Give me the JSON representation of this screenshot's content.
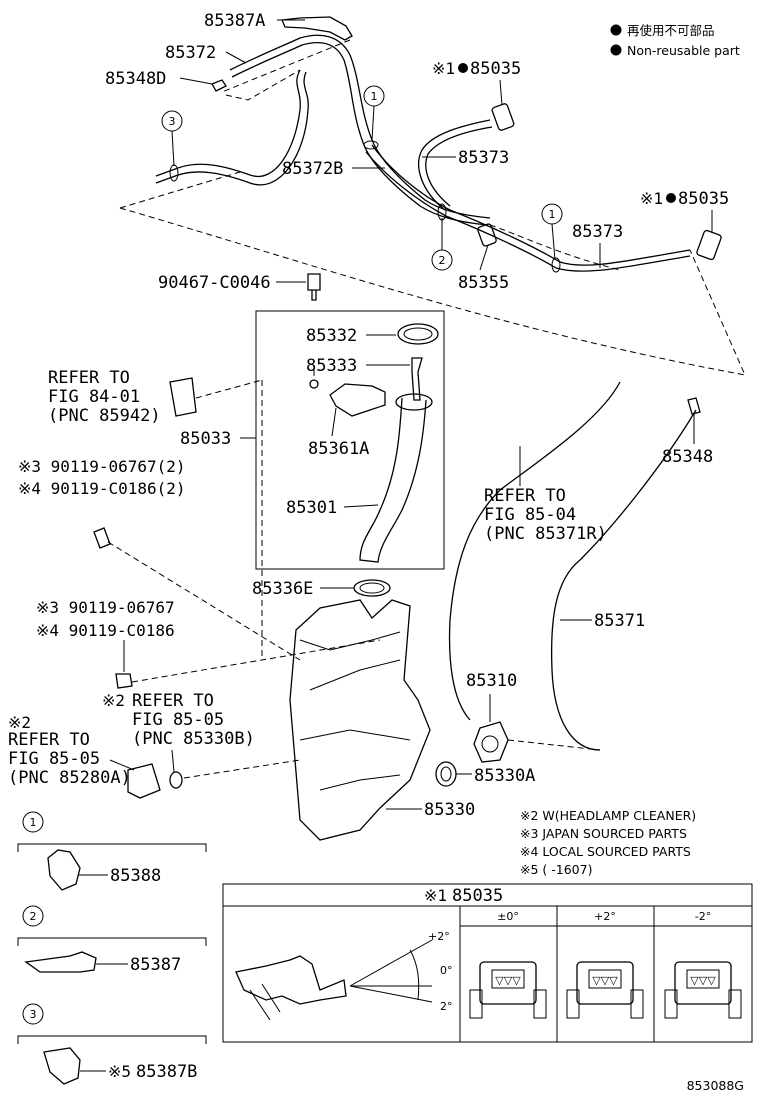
{
  "legend": {
    "jp": "再使用不可部品",
    "en": "Non-reusable part"
  },
  "parts": {
    "p85387A": "85387A",
    "p85372": "85372",
    "p85348D": "85348D",
    "p85035a_mark": "※1",
    "p85035a": "85035",
    "p85373a": "85373",
    "p85372B": "85372B",
    "p85035b_mark": "※1",
    "p85035b": "85035",
    "p85373b": "85373",
    "p85355": "85355",
    "p90467": "90467-C0046",
    "p85332": "85332",
    "p85333": "85333",
    "p85361A": "85361A",
    "p85033": "85033",
    "p85301": "85301",
    "p85348": "85348",
    "p85336E": "85336E",
    "p85371": "85371",
    "p85310": "85310",
    "p85330A": "85330A",
    "p85330": "85330",
    "p85388": "85388",
    "p85387": "85387",
    "p85387B_mark": "※5",
    "p85387B": "85387B"
  },
  "refs": {
    "ref1": [
      "REFER TO",
      "FIG 84-01",
      "(PNC 85942)"
    ],
    "ref2": [
      "REFER TO",
      "FIG 85-04",
      "(PNC 85371R)"
    ],
    "ref3_mark": "※2",
    "ref3": [
      "REFER TO",
      "FIG 85-05",
      "(PNC 85330B)"
    ],
    "ref4_mark": "※2",
    "ref4": [
      "REFER TO",
      "FIG 85-05",
      "(PNC 85280A)"
    ]
  },
  "bolts": {
    "b1": "※3 90119-06767(2)",
    "b2": "※4 90119-C0186(2)",
    "b3": "※3 90119-06767",
    "b4": "※4 90119-C0186"
  },
  "notes": [
    "※2 W(HEADLAMP CLEANER)",
    "※3 JAPAN SOURCED PARTS",
    "※4 LOCAL SOURCED PARTS",
    "※5 (        -1607)"
  ],
  "callouts": {
    "c1": "1",
    "c2": "2",
    "c3": "3"
  },
  "detail": {
    "title_mark": "※1",
    "title": "85035",
    "col1": "±0°",
    "col2": "+2°",
    "col3": "-2°",
    "ang_plus": "+2°",
    "ang_zero": "0°",
    "ang_minus": "2°"
  },
  "figure_id": "853088G"
}
